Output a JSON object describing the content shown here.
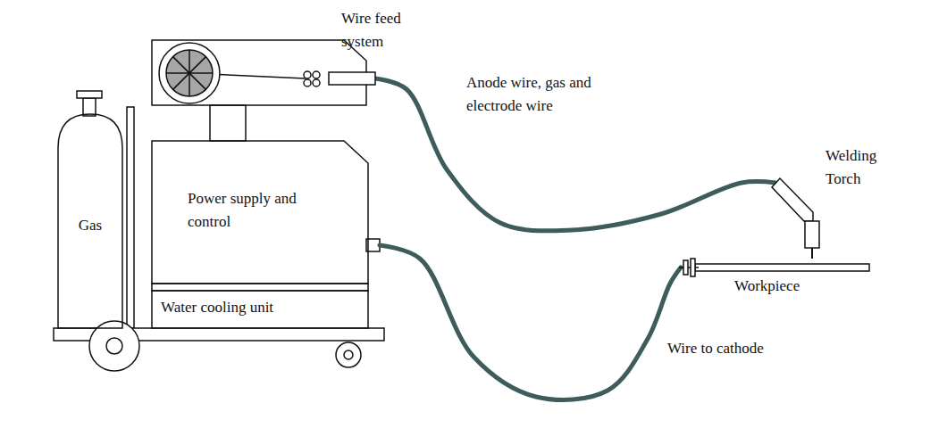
{
  "diagram": {
    "nodes": [
      {
        "text": [
          "Gas"
        ]
      },
      {
        "text": [
          "Wire feed system"
        ]
      },
      {
        "text": [
          "Power supply and control"
        ]
      },
      {
        "text": [
          "Water cooling unit"
        ]
      },
      {
        "text": [
          "Welding Torch"
        ]
      },
      {
        "text": [
          "Workpiece"
        ]
      }
    ],
    "edges": [
      {
        "from": 1,
        "to": 4,
        "arrow": "none",
        "label": "Anode wire, gas and electrode wire"
      },
      {
        "from": 2,
        "to": 5,
        "arrow": "none",
        "label": "Wire to cathode"
      }
    ]
  }
}
